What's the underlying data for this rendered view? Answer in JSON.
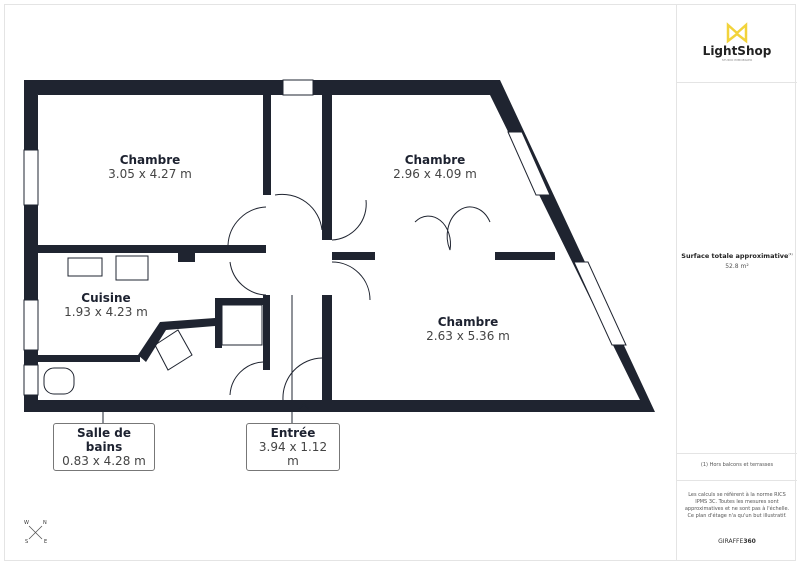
{
  "brand": {
    "name": "LightShop",
    "tagline": "STUDIO IMMOBILIER",
    "accent": "#f2d33b"
  },
  "summary": {
    "label": "Surface totale approximative",
    "footnote_mark": "(1)",
    "value": "52.8 m²"
  },
  "footnote": "(1) Hors balcons et terrasses",
  "disclaimer": "Les calculs se réfèrent à la norme RICS IPMS 3C. Toutes les mesures sont approximatives et ne sont pas à l'échelle. Ce plan d'étage n'a qu'un but illustratif.",
  "provider": {
    "prefix": "GIRAFFE",
    "suffix": "360"
  },
  "wall_color": "#1f2430",
  "rooms": [
    {
      "name": "Chambre",
      "size": "3.05 x 4.27 m"
    },
    {
      "name": "Chambre",
      "size": "2.96 x 4.09 m"
    },
    {
      "name": "Cuisine",
      "size": "1.93 x 4.23 m"
    },
    {
      "name": "Chambre",
      "size": "2.63 x 5.36 m"
    },
    {
      "name": "Salle de bains",
      "size": "0.83 x 4.28 m"
    },
    {
      "name": "Entrée",
      "size": "3.94 x 1.12 m"
    }
  ],
  "compass": {
    "n": "N",
    "s": "S",
    "e": "E",
    "w": "W"
  }
}
